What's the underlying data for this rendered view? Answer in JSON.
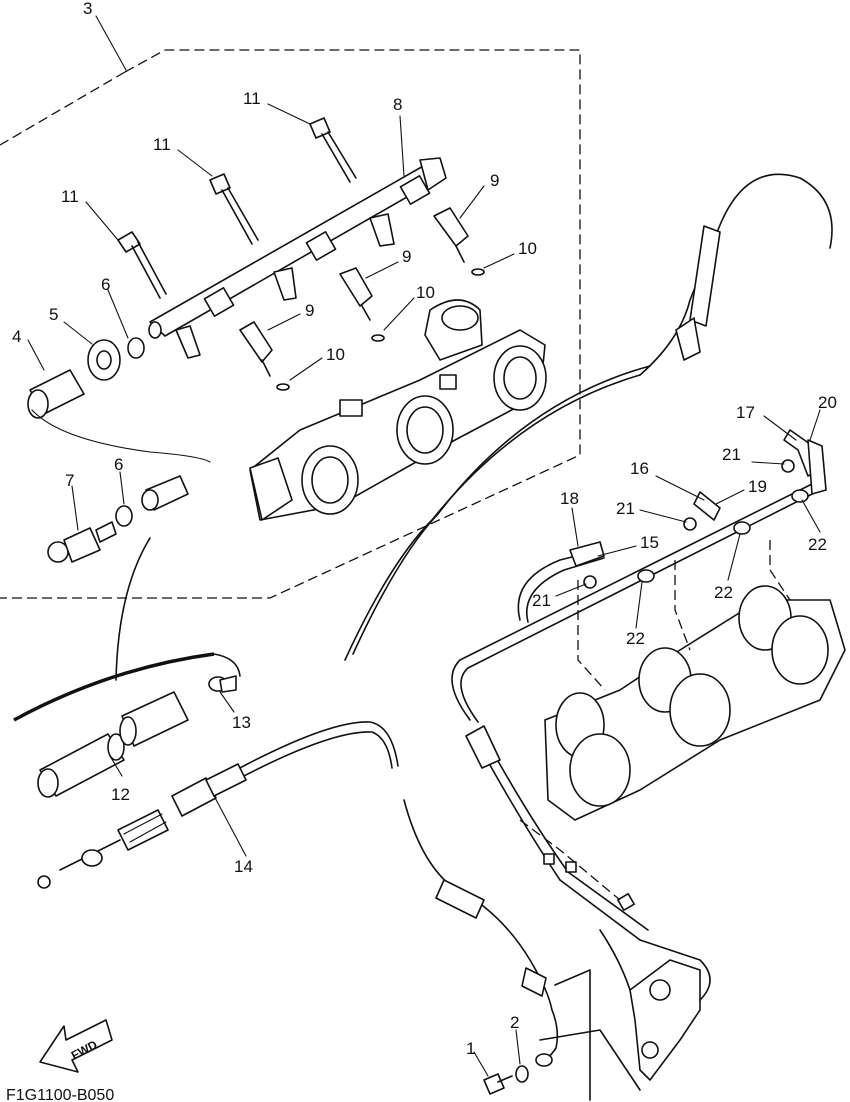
{
  "diagram_code": "F1G1100-B050",
  "fwd_label": "FWD",
  "callouts": {
    "c1": "1",
    "c2": "2",
    "c3": "3",
    "c4": "4",
    "c5": "5",
    "c6a": "6",
    "c6b": "6",
    "c7": "7",
    "c8": "8",
    "c9a": "9",
    "c9b": "9",
    "c9c": "9",
    "c10a": "10",
    "c10b": "10",
    "c10c": "10",
    "c11a": "11",
    "c11b": "11",
    "c11c": "11",
    "c12": "12",
    "c13": "13",
    "c14": "14",
    "c15": "15",
    "c16": "16",
    "c17": "17",
    "c18": "18",
    "c19": "19",
    "c20": "20",
    "c21a": "21",
    "c21b": "21",
    "c21c": "21",
    "c22a": "22",
    "c22b": "22",
    "c22c": "22"
  }
}
